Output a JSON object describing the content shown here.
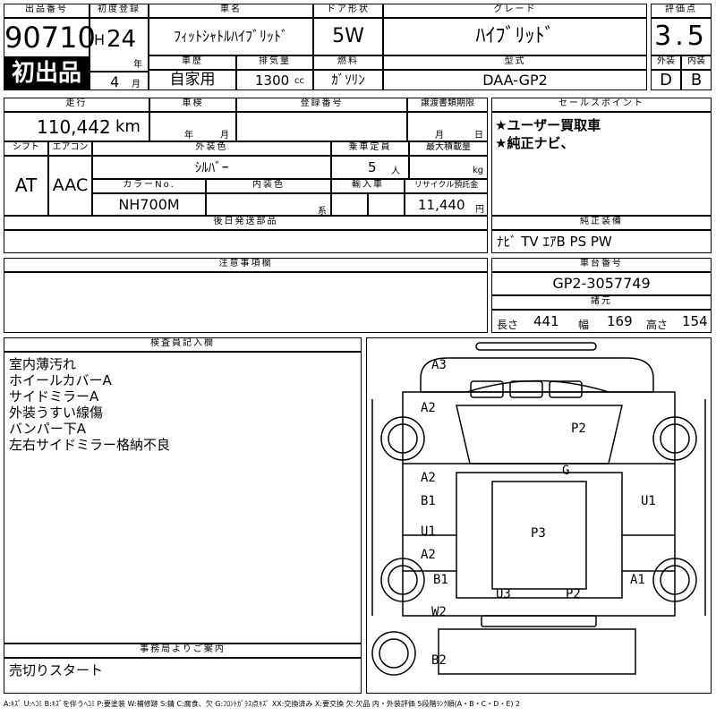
{
  "header": {
    "lot_no_label": "出品番号",
    "lot_no": "90710",
    "first_listing": "初出品",
    "reg_label": "初度登録",
    "era": "H",
    "reg_year": "24",
    "year_unit": "年",
    "reg_month": "4",
    "month_unit": "月",
    "car_name_label": "車名",
    "car_name": "ﾌｨｯﾄｼｬﾄﾙﾊｲﾌﾞﾘｯﾄﾞ",
    "door_label": "ドア形状",
    "door": "5W",
    "grade_label": "グレード",
    "grade": "ﾊｲﾌﾞﾘｯﾄﾞ",
    "score_label": "評価点",
    "score": "3.5",
    "history_label": "車歴",
    "history": "自家用",
    "displacement_label": "排気量",
    "displacement": "1300",
    "cc": "cc",
    "fuel_label": "燃料",
    "fuel": "ｶﾞｿﾘﾝ",
    "model_label": "型式",
    "model": "DAA-GP2",
    "exterior_label": "外装",
    "exterior": "D",
    "interior_label": "内装",
    "interior": "B"
  },
  "row2": {
    "mileage_label": "走行",
    "mileage": "110,442",
    "km": "km",
    "inspection_label": "車検",
    "year_unit": "年",
    "month_unit": "月",
    "plate_label": "登録番号",
    "transfer_label": "譲渡書類期限",
    "t_month": "月",
    "t_day": "日",
    "selling_label": "セールスポイント",
    "selling_points": [
      "★ユーザー買取車",
      "★純正ナビ、"
    ]
  },
  "row3": {
    "shift_label": "シフト",
    "shift": "AT",
    "ac_label": "エアコン",
    "ac": "AAC",
    "ext_color_label": "外装色",
    "ext_color": "ｼﾙﾊﾞｰ",
    "seats_label": "乗車定員",
    "seats": "5",
    "seats_unit": "人",
    "max_load_label": "最大積載量",
    "max_load_unit": "kg",
    "color_no_label": "カラーNo.",
    "color_no": "NH700M",
    "int_color_label": "内装色",
    "int_color_unit": "系",
    "import_label": "輸入車",
    "recycle_label": "リサイクル預託金",
    "recycle": "11,440",
    "yen": "円"
  },
  "later_parts_label": "後日発送部品",
  "equipment_label": "純正装備",
  "equipment": "ﾅﾋﾞ TV ｴｱB PS PW",
  "notes_label": "注意事項欄",
  "chassis_label": "車台番号",
  "chassis": "GP2-3057749",
  "specs_label": "諸元",
  "specs": {
    "length_label": "長さ",
    "length": "441",
    "width_label": "幅",
    "width": "169",
    "height_label": "高さ",
    "height": "154"
  },
  "inspector_label": "検査員記入欄",
  "inspector_notes": [
    "室内薄汚れ",
    "ホイールカバーA",
    "サイドミラーA",
    "外装うすい線傷",
    "バンパー下A",
    "左右サイドミラー格納不良"
  ],
  "office_label": "事務局よりご案内",
  "office_note": "売切りスタート",
  "legend": "A:ｷｽﾞ U:ﾍｺﾐ B:ｷｽﾞを伴うﾍｺﾐ P:要塗装 W:補修跡 S:錆 C:腐食、欠 G:ﾌﾛﾝﾄｶﾞﾗｽ点ｷｽﾞ XX:交換済み X:要交換 欠:欠品 内・外装評価 5段階ﾗﾝｸ順(A・B・C・D・E) 2",
  "diagram_labels": [
    {
      "id": "a3",
      "text": "A3"
    },
    {
      "id": "a2-top",
      "text": "A2"
    },
    {
      "id": "p2-top",
      "text": "P2"
    },
    {
      "id": "g",
      "text": "G"
    },
    {
      "id": "a2-left",
      "text": "A2"
    },
    {
      "id": "b1-left",
      "text": "B1"
    },
    {
      "id": "u1-right",
      "text": "U1"
    },
    {
      "id": "u1-left",
      "text": "U1"
    },
    {
      "id": "p3",
      "text": "P3"
    },
    {
      "id": "a2-left2",
      "text": "A2"
    },
    {
      "id": "b1-rear",
      "text": "B1"
    },
    {
      "id": "a1",
      "text": "A1"
    },
    {
      "id": "u3",
      "text": "U3"
    },
    {
      "id": "p2-rear",
      "text": "P2"
    },
    {
      "id": "w2",
      "text": "W2"
    },
    {
      "id": "b2",
      "text": "B2"
    }
  ]
}
